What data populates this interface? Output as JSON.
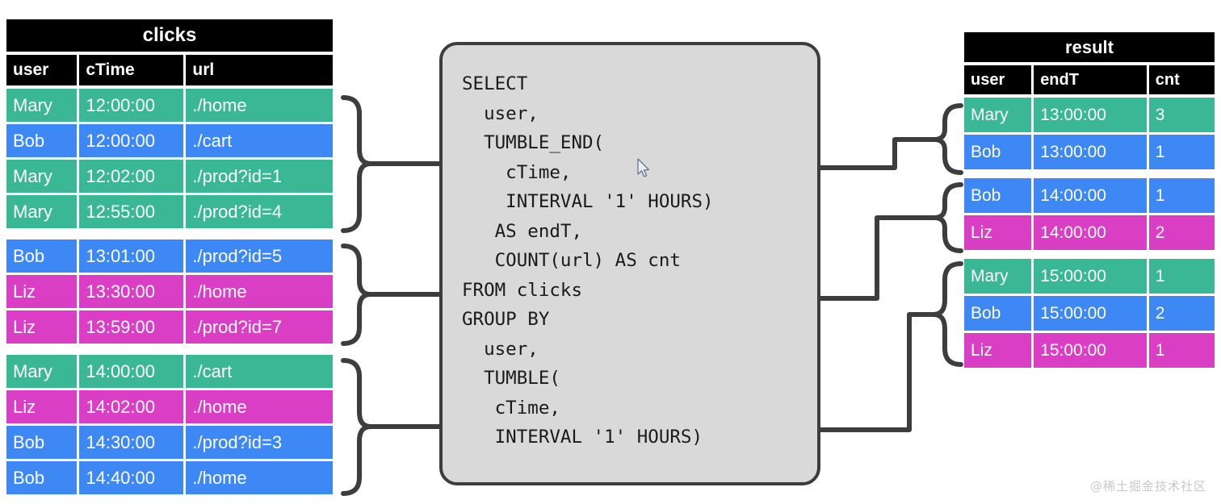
{
  "clicks": {
    "title": "clicks",
    "columns": [
      "user",
      "cTime",
      "url"
    ],
    "groups": [
      {
        "rows": [
          {
            "user": "Mary",
            "cTime": "12:00:00",
            "url": "./home",
            "color": "green"
          },
          {
            "user": "Bob",
            "cTime": "12:00:00",
            "url": "./cart",
            "color": "blue"
          },
          {
            "user": "Mary",
            "cTime": "12:02:00",
            "url": "./prod?id=1",
            "color": "green"
          },
          {
            "user": "Mary",
            "cTime": "12:55:00",
            "url": "./prod?id=4",
            "color": "green"
          }
        ]
      },
      {
        "rows": [
          {
            "user": "Bob",
            "cTime": "13:01:00",
            "url": "./prod?id=5",
            "color": "blue"
          },
          {
            "user": "Liz",
            "cTime": "13:30:00",
            "url": "./home",
            "color": "pink"
          },
          {
            "user": "Liz",
            "cTime": "13:59:00",
            "url": "./prod?id=7",
            "color": "pink"
          }
        ]
      },
      {
        "rows": [
          {
            "user": "Mary",
            "cTime": "14:00:00",
            "url": "./cart",
            "color": "green"
          },
          {
            "user": "Liz",
            "cTime": "14:02:00",
            "url": "./home",
            "color": "pink"
          },
          {
            "user": "Bob",
            "cTime": "14:30:00",
            "url": "./prod?id=3",
            "color": "blue"
          },
          {
            "user": "Bob",
            "cTime": "14:40:00",
            "url": "./home",
            "color": "blue"
          }
        ]
      }
    ]
  },
  "result": {
    "title": "result",
    "columns": [
      "user",
      "endT",
      "cnt"
    ],
    "groups": [
      {
        "rows": [
          {
            "user": "Mary",
            "endT": "13:00:00",
            "cnt": "3",
            "color": "green"
          },
          {
            "user": "Bob",
            "endT": "13:00:00",
            "cnt": "1",
            "color": "blue"
          }
        ]
      },
      {
        "rows": [
          {
            "user": "Bob",
            "endT": "14:00:00",
            "cnt": "1",
            "color": "blue"
          },
          {
            "user": "Liz",
            "endT": "14:00:00",
            "cnt": "2",
            "color": "pink"
          }
        ]
      },
      {
        "rows": [
          {
            "user": "Mary",
            "endT": "15:00:00",
            "cnt": "1",
            "color": "green"
          },
          {
            "user": "Bob",
            "endT": "15:00:00",
            "cnt": "2",
            "color": "blue"
          },
          {
            "user": "Liz",
            "endT": "15:00:00",
            "cnt": "1",
            "color": "pink"
          }
        ]
      }
    ]
  },
  "query": {
    "sql": "SELECT\n  user,\n  TUMBLE_END(\n    cTime,\n    INTERVAL '1' HOURS)\n   AS endT,\n   COUNT(url) AS cnt\nFROM clicks\nGROUP BY\n  user,\n  TUMBLE(\n   cTime,\n   INTERVAL '1' HOURS)"
  },
  "watermark": {
    "text": "@稀土掘金技术社区"
  },
  "colors": {
    "green": "#3ab795",
    "blue": "#3d88f5",
    "pink": "#d93ec4",
    "header_bg": "#000000",
    "box_bg": "#d9d9d9",
    "box_border": "#3d3d3d",
    "connector": "#3d3d3d"
  },
  "icons": {
    "cursor": "mouse-pointer-icon"
  }
}
